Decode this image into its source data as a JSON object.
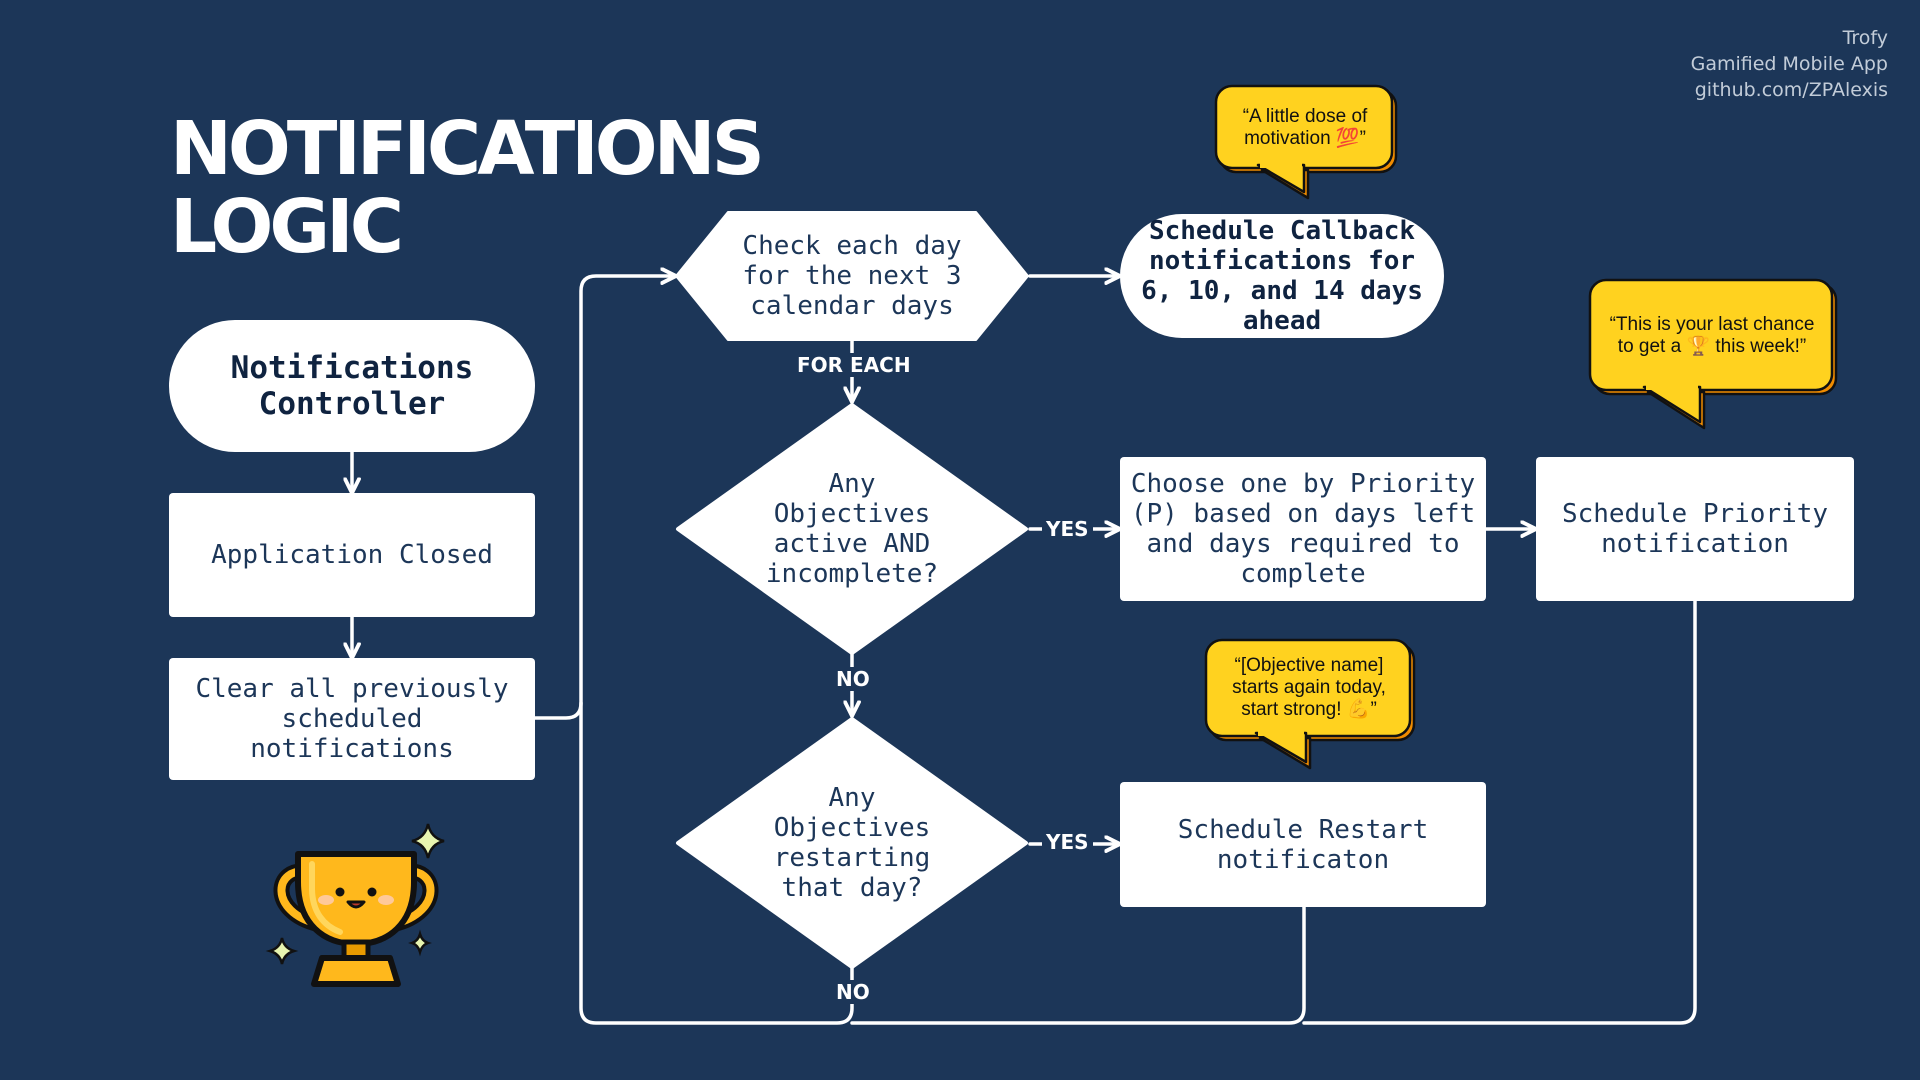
{
  "credits": [
    "Trofy",
    "Gamified Mobile App",
    "github.com/ZPAlexis"
  ],
  "title": {
    "line1": "NOTIFICATIONS",
    "line2": "LOGIC"
  },
  "nodes": {
    "controller": "Notifications Controller",
    "app_closed": "Application Closed",
    "clear_all": "Clear all previously scheduled notifications",
    "check_days": "Check each day for the next 3 calendar days",
    "schedule_callback": "Schedule Callback notifications for 6, 10, and 14 days ahead",
    "any_active": "Any Objectives active AND incomplete?",
    "choose_priority": "Choose one by Priority (P) based on days left and days required to complete",
    "schedule_priority": "Schedule Priority notification",
    "any_restarting": "Any Objectives restarting that day?",
    "schedule_restart": "Schedule Restart notificaton"
  },
  "edge_labels": {
    "for_each": "FOR EACH",
    "yes": "YES",
    "no": "NO"
  },
  "bubbles": {
    "motivation": "“A little dose of motivation 💯”",
    "last_chance": "“This is your last chance to get a 🏆 this week!”",
    "restart": "“[Objective name] starts again today, start strong! 💪”"
  },
  "icons": {
    "trophy": "trophy-icon",
    "sparkles": "sparkle-icon"
  },
  "colors": {
    "background": "#1c3658",
    "node_fill": "#ffffff",
    "node_text": "#1c3658",
    "bubble_fill": "#ffd21f",
    "bubble_shadow": "#f08c00",
    "trophy": "#ffb81c",
    "sparkle": "#e8f5b0"
  }
}
